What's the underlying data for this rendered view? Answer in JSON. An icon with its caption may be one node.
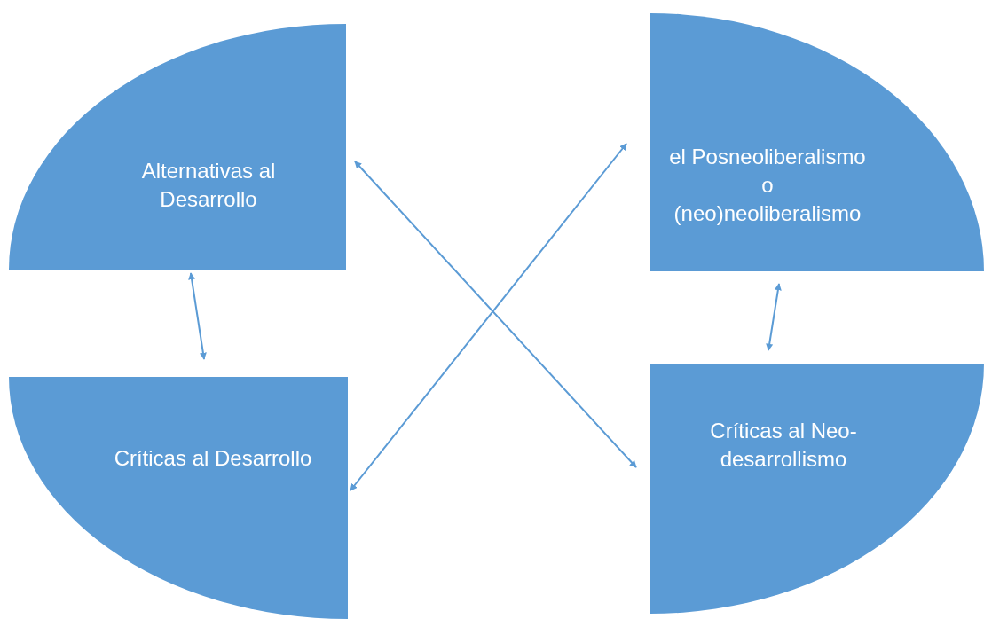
{
  "diagram": {
    "nodes": [
      {
        "text": [
          "Alternativas al Desarrollo"
        ]
      },
      {
        "text": [
          "el Posneoliberalismo o (neo)neoliberalismo"
        ]
      },
      {
        "text": [
          "Críticas al Desarrollo"
        ]
      },
      {
        "text": [
          "Críticas al Neo-desarrollismo"
        ]
      }
    ],
    "edges": [
      {
        "from": 0,
        "to": 2,
        "arrow": "both"
      },
      {
        "from": 1,
        "to": 3,
        "arrow": "both"
      },
      {
        "from": 0,
        "to": 3,
        "arrow": "both"
      },
      {
        "from": 2,
        "to": 1,
        "arrow": "both"
      }
    ]
  }
}
